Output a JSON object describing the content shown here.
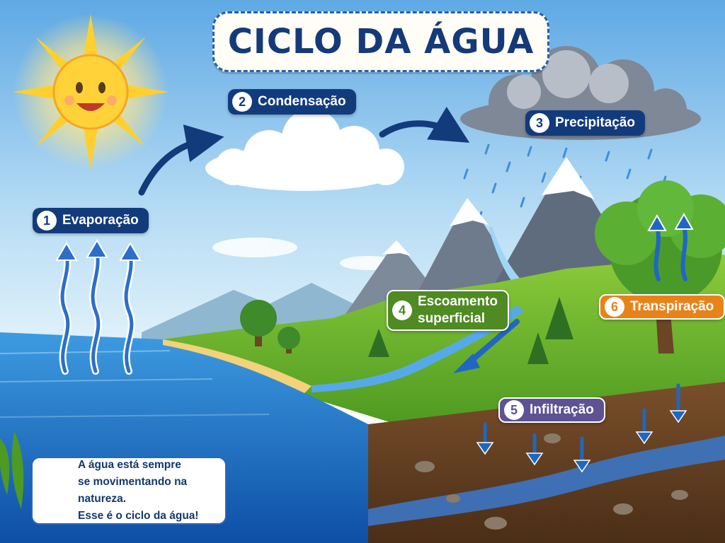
{
  "title": "CICLO DA ÁGUA",
  "steps": [
    {
      "number": "1",
      "label": "Evaporação"
    },
    {
      "number": "2",
      "label": "Condensação"
    },
    {
      "number": "3",
      "label": "Precipitação"
    },
    {
      "number": "4",
      "label_line1": "Escoamento",
      "label_line2": "superficial"
    },
    {
      "number": "5",
      "label": "Infiltração"
    },
    {
      "number": "6",
      "label": "Transpiração"
    }
  ],
  "info": {
    "line1": "A água está sempre",
    "line2": "se movimentando na natureza.",
    "line3": "Esse é o ciclo da água!"
  },
  "icons": [
    "sun-icon",
    "cloud-icon",
    "rain-cloud-icon",
    "water-drop-icon",
    "arrow-icon"
  ],
  "colors": {
    "title": "#143a7a",
    "step_blue": "#123b7c",
    "step_green": "#4f8a22",
    "step_purple": "#5d5294",
    "step_orange": "#e8831a",
    "sky": "#8cc4ec",
    "water": "#2f86d6",
    "soil": "#6b4526"
  }
}
